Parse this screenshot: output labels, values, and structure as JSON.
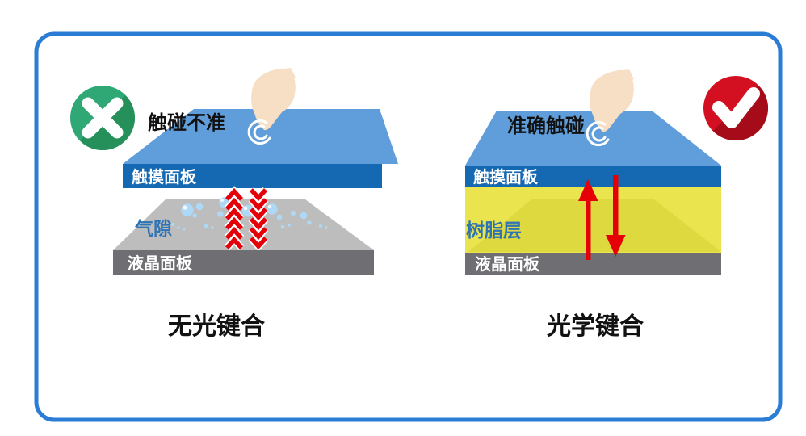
{
  "page": {
    "border_color": "#2a7cd5",
    "background": "#ffffff"
  },
  "left": {
    "status_icon": "cross-icon",
    "touch_note": "触碰不准",
    "touch_panel_label": "触摸面板",
    "gap_label": "气隙",
    "lcd_panel_label": "液晶面板",
    "title": "无光键合"
  },
  "right": {
    "status_icon": "check-icon",
    "touch_note": "准确触碰",
    "touch_panel_label": "触摸面板",
    "resin_label": "树脂层",
    "lcd_panel_label": "液晶面板",
    "title": "光学键合"
  },
  "colors": {
    "border_blue": "#2a7cd5",
    "glass_blue": "#5f9edb",
    "touch_panel_blue": "#1568b2",
    "lcd_panel_gray": "#6e6e73",
    "air_gap_gray": "#bdbdbe",
    "resin_yellow": "#eae54e",
    "resin_yellow_shade": "#ddd93f",
    "arrow_red": "#e50008",
    "ok_green": "#2fa876",
    "ok_green_shadow": "#259059",
    "error_red": "#d31021",
    "error_red_shadow": "#a50b18",
    "label_blue": "#2e74b5",
    "hand_skin": "#f7dfc5",
    "bubble_blue": "#aed9f6"
  }
}
